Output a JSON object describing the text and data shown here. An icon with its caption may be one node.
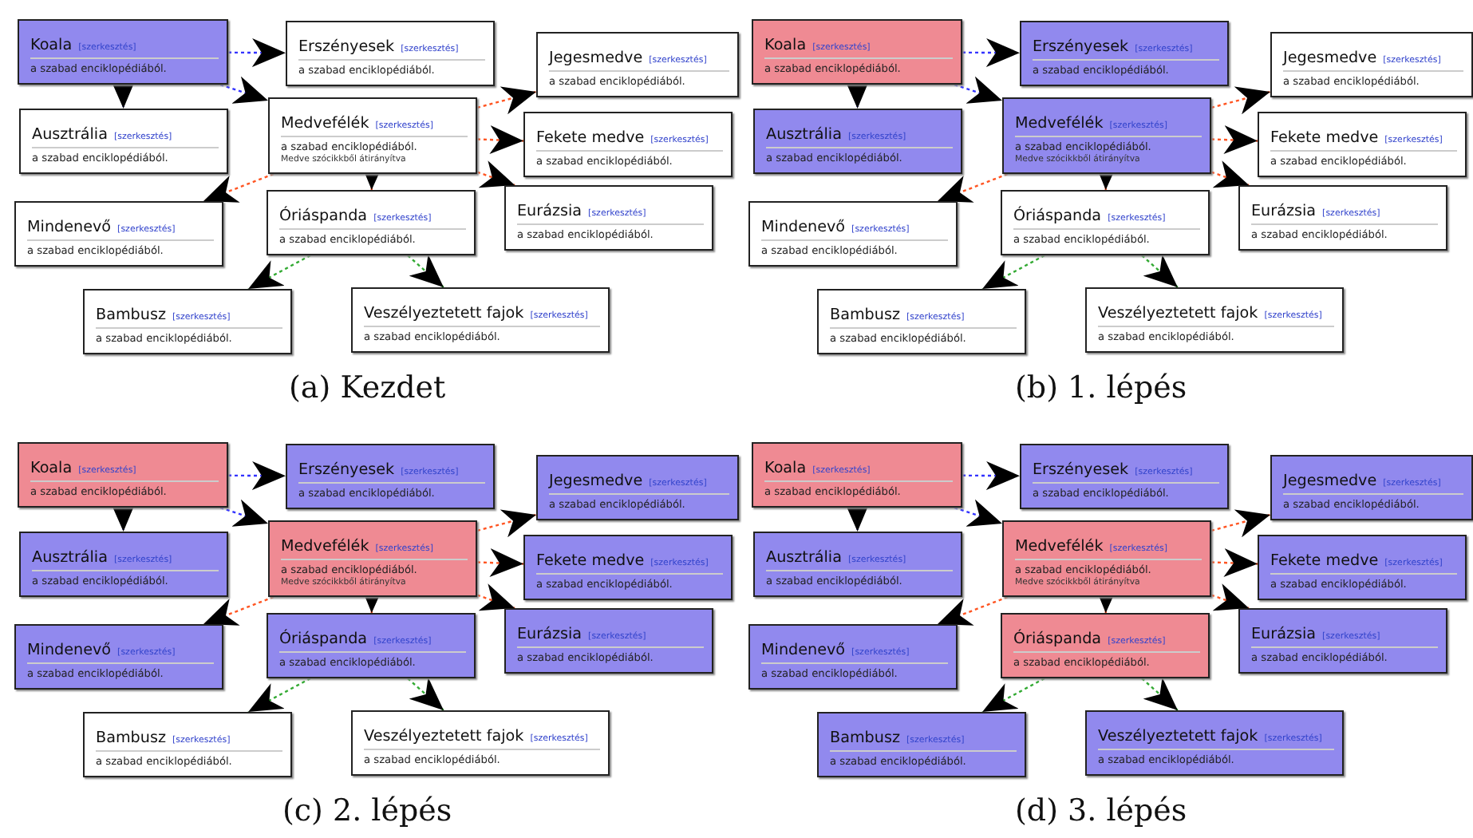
{
  "diagram": {
    "nodes": [
      {
        "text": [
          "Koala",
          "[szerkesztés]",
          "a szabad enciklopédiából."
        ]
      },
      {
        "text": [
          "Erszényesek",
          "[szerkesztés]",
          "a szabad enciklopédiából."
        ]
      },
      {
        "text": [
          "Jegesmedve",
          "[szerkesztés]",
          "a szabad enciklopédiából."
        ]
      },
      {
        "text": [
          "Ausztrália",
          "[szerkesztés]",
          "a szabad enciklopédiából."
        ]
      },
      {
        "text": [
          "Medvefélék",
          "[szerkesztés]",
          "a szabad enciklopédiából.",
          "Medve szócikkből átirányítva"
        ]
      },
      {
        "text": [
          "Fekete medve",
          "[szerkesztés]",
          "a szabad enciklopédiából."
        ]
      },
      {
        "text": [
          "Mindenevő",
          "[szerkesztés]",
          "a szabad enciklopédiából."
        ]
      },
      {
        "text": [
          "Óriáspanda",
          "[szerkesztés]",
          "a szabad enciklopédiából."
        ]
      },
      {
        "text": [
          "Eurázsia",
          "[szerkesztés]",
          "a szabad enciklopédiából."
        ]
      },
      {
        "text": [
          "Bambusz",
          "[szerkesztés]",
          "a szabad enciklopédiából."
        ]
      },
      {
        "text": [
          "Veszélyeztetett fajok",
          "[szerkesztés]",
          "a szabad enciklopédiából."
        ]
      },
      {
        "text": [
          "Koala",
          "[szerkesztés]",
          "a szabad enciklopédiából."
        ]
      },
      {
        "text": [
          "Erszényesek",
          "[szerkesztés]",
          "a szabad enciklopédiából."
        ]
      },
      {
        "text": [
          "Jegesmedve",
          "[szerkesztés]",
          "a szabad enciklopédiából."
        ]
      },
      {
        "text": [
          "Ausztrália",
          "[szerkesztés]",
          "a szabad enciklopédiából."
        ]
      },
      {
        "text": [
          "Medvefélék",
          "[szerkesztés]",
          "a szabad enciklopédiából.",
          "Medve szócikkből átirányítva"
        ]
      },
      {
        "text": [
          "Fekete medve",
          "[szerkesztés]",
          "a szabad enciklopédiából."
        ]
      },
      {
        "text": [
          "Mindenevő",
          "[szerkesztés]",
          "a szabad enciklopédiából."
        ]
      },
      {
        "text": [
          "Óriáspanda",
          "[szerkesztés]",
          "a szabad enciklopédiából."
        ]
      },
      {
        "text": [
          "Eurázsia",
          "[szerkesztés]",
          "a szabad enciklopédiából."
        ]
      },
      {
        "text": [
          "Bambusz",
          "[szerkesztés]",
          "a szabad enciklopédiából."
        ]
      },
      {
        "text": [
          "Veszélyeztetett fajok",
          "[szerkesztés]",
          "a szabad enciklopédiából."
        ]
      },
      {
        "text": [
          "Koala",
          "[szerkesztés]",
          "a szabad enciklopédiából."
        ]
      },
      {
        "text": [
          "Erszényesek",
          "[szerkesztés]",
          "a szabad enciklopédiából."
        ]
      },
      {
        "text": [
          "Jegesmedve",
          "[szerkesztés]",
          "a szabad enciklopédiából."
        ]
      },
      {
        "text": [
          "Ausztrália",
          "[szerkesztés]",
          "a szabad enciklopédiából."
        ]
      },
      {
        "text": [
          "Medvefélék",
          "[szerkesztés]",
          "a szabad enciklopédiából.",
          "Medve szócikkből átirányítva"
        ]
      },
      {
        "text": [
          "Fekete medve",
          "[szerkesztés]",
          "a szabad enciklopédiából."
        ]
      },
      {
        "text": [
          "Mindenevő",
          "[szerkesztés]",
          "a szabad enciklopédiából."
        ]
      },
      {
        "text": [
          "Óriáspanda",
          "[szerkesztés]",
          "a szabad enciklopédiából."
        ]
      },
      {
        "text": [
          "Eurázsia",
          "[szerkesztés]",
          "a szabad enciklopédiából."
        ]
      },
      {
        "text": [
          "Bambusz",
          "[szerkesztés]",
          "a szabad enciklopédiából."
        ]
      },
      {
        "text": [
          "Veszélyeztetett fajok",
          "[szerkesztés]",
          "a szabad enciklopédiából."
        ]
      },
      {
        "text": [
          "Koala",
          "[szerkesztés]",
          "a szabad enciklopédiából."
        ]
      },
      {
        "text": [
          "Erszényesek",
          "[szerkesztés]",
          "a szabad enciklopédiából."
        ]
      },
      {
        "text": [
          "Jegesmedve",
          "[szerkesztés]",
          "a szabad enciklopédiából."
        ]
      },
      {
        "text": [
          "Ausztrália",
          "[szerkesztés]",
          "a szabad enciklopédiából."
        ]
      },
      {
        "text": [
          "Medvefélék",
          "[szerkesztés]",
          "a szabad enciklopédiából.",
          "Medve szócikkből átirányítva"
        ]
      },
      {
        "text": [
          "Fekete medve",
          "[szerkesztés]",
          "a szabad enciklopédiából."
        ]
      },
      {
        "text": [
          "Mindenevő",
          "[szerkesztés]",
          "a szabad enciklopédiából."
        ]
      },
      {
        "text": [
          "Óriáspanda",
          "[szerkesztés]",
          "a szabad enciklopédiából."
        ]
      },
      {
        "text": [
          "Eurázsia",
          "[szerkesztés]",
          "a szabad enciklopédiából."
        ]
      },
      {
        "text": [
          "Bambusz",
          "[szerkesztés]",
          "a szabad enciklopédiából."
        ]
      },
      {
        "text": [
          "Veszélyeztetett fajok",
          "[szerkesztés]",
          "a szabad enciklopédiából."
        ]
      }
    ],
    "edges": [
      {
        "from": 0,
        "to": 1,
        "arrow": "to",
        "style": "dashed",
        "color": "#3333ff"
      },
      {
        "from": 0,
        "to": 3,
        "arrow": "to",
        "style": "dashed",
        "color": "#3333ff"
      },
      {
        "from": 0,
        "to": 4,
        "arrow": "to",
        "style": "dashed",
        "color": "#3333ff"
      },
      {
        "from": 4,
        "to": 2,
        "arrow": "to",
        "style": "dashed",
        "color": "#ff5522"
      },
      {
        "from": 4,
        "to": 5,
        "arrow": "to",
        "style": "dashed",
        "color": "#ff5522"
      },
      {
        "from": 4,
        "to": 8,
        "arrow": "to",
        "style": "dashed",
        "color": "#ff5522"
      },
      {
        "from": 4,
        "to": 6,
        "arrow": "to",
        "style": "dashed",
        "color": "#ff5522"
      },
      {
        "from": 4,
        "to": 7,
        "arrow": "to",
        "style": "dashed",
        "color": "#ff5522"
      },
      {
        "from": 7,
        "to": 9,
        "arrow": "to",
        "style": "dashed",
        "color": "#33aa33"
      },
      {
        "from": 7,
        "to": 10,
        "arrow": "to",
        "style": "dashed",
        "color": "#33aa33"
      },
      {
        "from": 11,
        "to": 12,
        "arrow": "to",
        "style": "dashed",
        "color": "#3333ff"
      },
      {
        "from": 11,
        "to": 14,
        "arrow": "to",
        "style": "dashed",
        "color": "#3333ff"
      },
      {
        "from": 11,
        "to": 15,
        "arrow": "to",
        "style": "dashed",
        "color": "#3333ff"
      },
      {
        "from": 15,
        "to": 13,
        "arrow": "to",
        "style": "dashed",
        "color": "#ff5522"
      },
      {
        "from": 15,
        "to": 16,
        "arrow": "to",
        "style": "dashed",
        "color": "#ff5522"
      },
      {
        "from": 15,
        "to": 19,
        "arrow": "to",
        "style": "dashed",
        "color": "#ff5522"
      },
      {
        "from": 15,
        "to": 17,
        "arrow": "to",
        "style": "dashed",
        "color": "#ff5522"
      },
      {
        "from": 15,
        "to": 18,
        "arrow": "to",
        "style": "dashed",
        "color": "#ff5522"
      },
      {
        "from": 18,
        "to": 20,
        "arrow": "to",
        "style": "dashed",
        "color": "#33aa33"
      },
      {
        "from": 18,
        "to": 21,
        "arrow": "to",
        "style": "dashed",
        "color": "#33aa33"
      },
      {
        "from": 22,
        "to": 23,
        "arrow": "to",
        "style": "dashed",
        "color": "#3333ff"
      },
      {
        "from": 22,
        "to": 25,
        "arrow": "to",
        "style": "dashed",
        "color": "#3333ff"
      },
      {
        "from": 22,
        "to": 26,
        "arrow": "to",
        "style": "dashed",
        "color": "#3333ff"
      },
      {
        "from": 26,
        "to": 24,
        "arrow": "to",
        "style": "dashed",
        "color": "#ff5522"
      },
      {
        "from": 26,
        "to": 27,
        "arrow": "to",
        "style": "dashed",
        "color": "#ff5522"
      },
      {
        "from": 26,
        "to": 30,
        "arrow": "to",
        "style": "dashed",
        "color": "#ff5522"
      },
      {
        "from": 26,
        "to": 28,
        "arrow": "to",
        "style": "dashed",
        "color": "#ff5522"
      },
      {
        "from": 26,
        "to": 29,
        "arrow": "to",
        "style": "dashed",
        "color": "#ff5522"
      },
      {
        "from": 29,
        "to": 31,
        "arrow": "to",
        "style": "dashed",
        "color": "#33aa33"
      },
      {
        "from": 29,
        "to": 32,
        "arrow": "to",
        "style": "dashed",
        "color": "#33aa33"
      },
      {
        "from": 33,
        "to": 34,
        "arrow": "to",
        "style": "dashed",
        "color": "#3333ff"
      },
      {
        "from": 33,
        "to": 36,
        "arrow": "to",
        "style": "dashed",
        "color": "#3333ff"
      },
      {
        "from": 33,
        "to": 37,
        "arrow": "to",
        "style": "dashed",
        "color": "#3333ff"
      },
      {
        "from": 37,
        "to": 35,
        "arrow": "to",
        "style": "dashed",
        "color": "#ff5522"
      },
      {
        "from": 37,
        "to": 38,
        "arrow": "to",
        "style": "dashed",
        "color": "#ff5522"
      },
      {
        "from": 37,
        "to": 41,
        "arrow": "to",
        "style": "dashed",
        "color": "#ff5522"
      },
      {
        "from": 37,
        "to": 39,
        "arrow": "to",
        "style": "dashed",
        "color": "#ff5522"
      },
      {
        "from": 37,
        "to": 40,
        "arrow": "to",
        "style": "dashed",
        "color": "#ff5522"
      },
      {
        "from": 40,
        "to": 42,
        "arrow": "to",
        "style": "dashed",
        "color": "#33aa33"
      },
      {
        "from": 40,
        "to": 43,
        "arrow": "to",
        "style": "dashed",
        "color": "#33aa33"
      }
    ],
    "labels": [
      "(a) Kezdet",
      "(b) 1. lépés",
      "(c) 2. lépés",
      "(d) 3. lépés"
    ]
  }
}
